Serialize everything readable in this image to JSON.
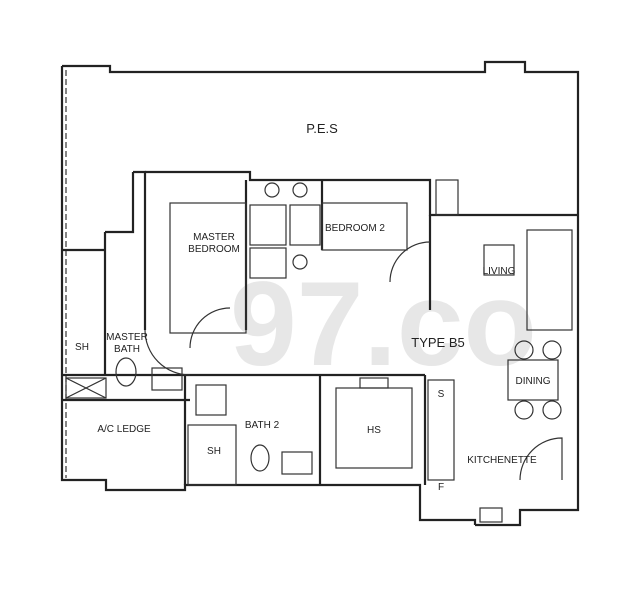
{
  "plan": {
    "type_label": "TYPE B5",
    "watermark": "97.co",
    "rooms": {
      "pes": "P.E.S",
      "master_bedroom_1": "MASTER",
      "master_bedroom_2": "BEDROOM",
      "bedroom2": "BEDROOM 2",
      "living": "LIVING",
      "dining": "DINING",
      "kitchenette": "KITCHENETTE",
      "hs": "HS",
      "bath2": "BATH 2",
      "sh_bath2": "SH",
      "sh_master": "SH",
      "master_bath_1": "MASTER",
      "master_bath_2": "BATH",
      "ac_ledge": "A/C LEDGE",
      "sink": "S",
      "fridge": "F"
    }
  }
}
